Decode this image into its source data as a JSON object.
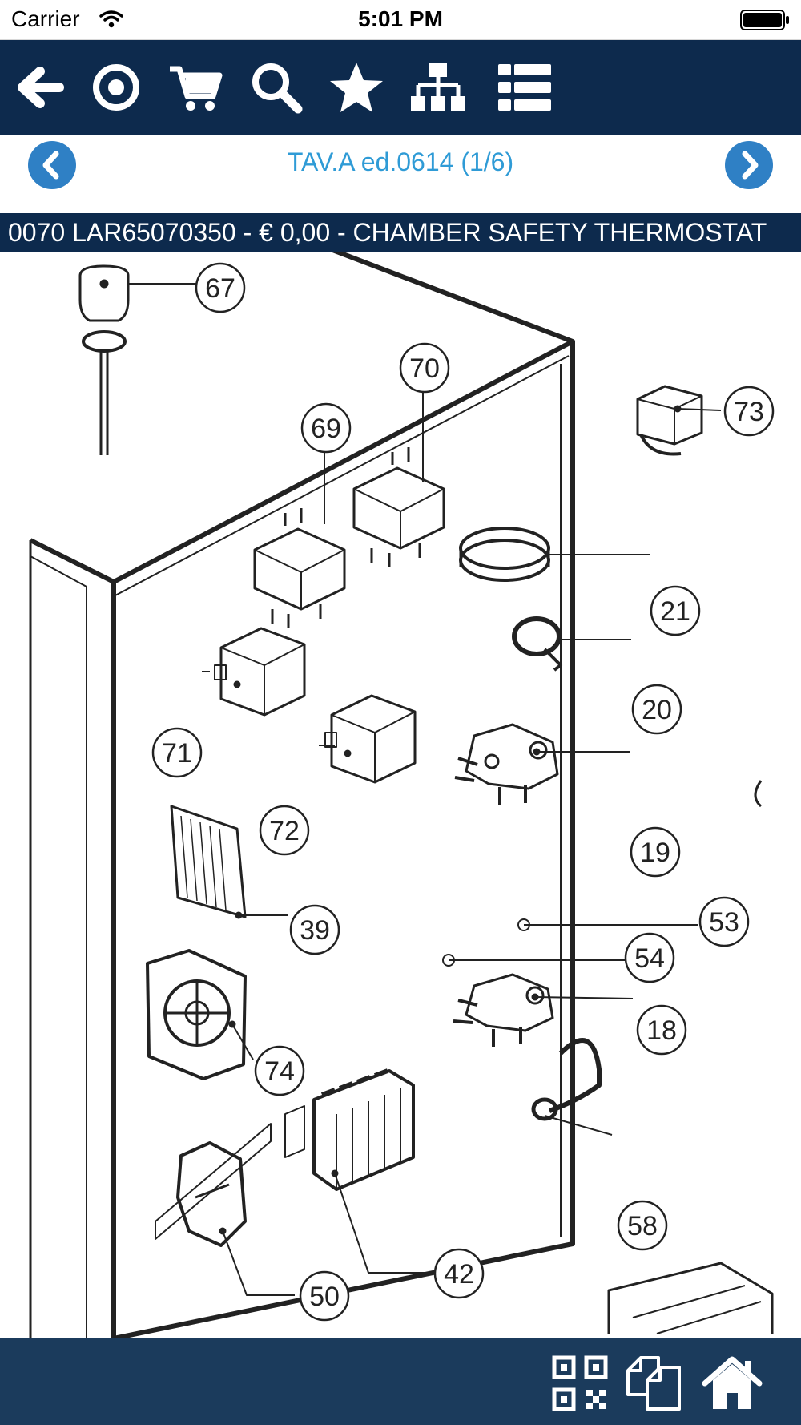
{
  "status_bar": {
    "carrier": "Carrier",
    "time": "5:01 PM"
  },
  "toolbar": {
    "icons": [
      "back-arrow-icon",
      "target-icon",
      "cart-icon",
      "search-icon",
      "star-icon",
      "sitemap-icon",
      "list-icon"
    ]
  },
  "navigation": {
    "title": "TAV.A ed.0614 (1/6)",
    "prev_icon": "chevron-left-icon",
    "next_icon": "chevron-right-icon"
  },
  "part_banner": {
    "text": "0070 LAR65070350 - € 0,00 - CHAMBER SAFETY THERMOSTAT"
  },
  "diagram": {
    "callouts": [
      "67",
      "70",
      "69",
      "73",
      "21",
      "20",
      "71",
      "72",
      "19",
      "39",
      "53",
      "54",
      "18",
      "74",
      "58",
      "42",
      "50"
    ]
  },
  "bottom_bar": {
    "icons": [
      "qr-code-icon",
      "copy-pages-icon",
      "home-icon"
    ]
  },
  "colors": {
    "toolbar_bg": "#0d2a4d",
    "bottom_bar_bg": "#1b3b5c",
    "nav_button": "#2f80c5",
    "nav_title": "#2f9bd6"
  }
}
